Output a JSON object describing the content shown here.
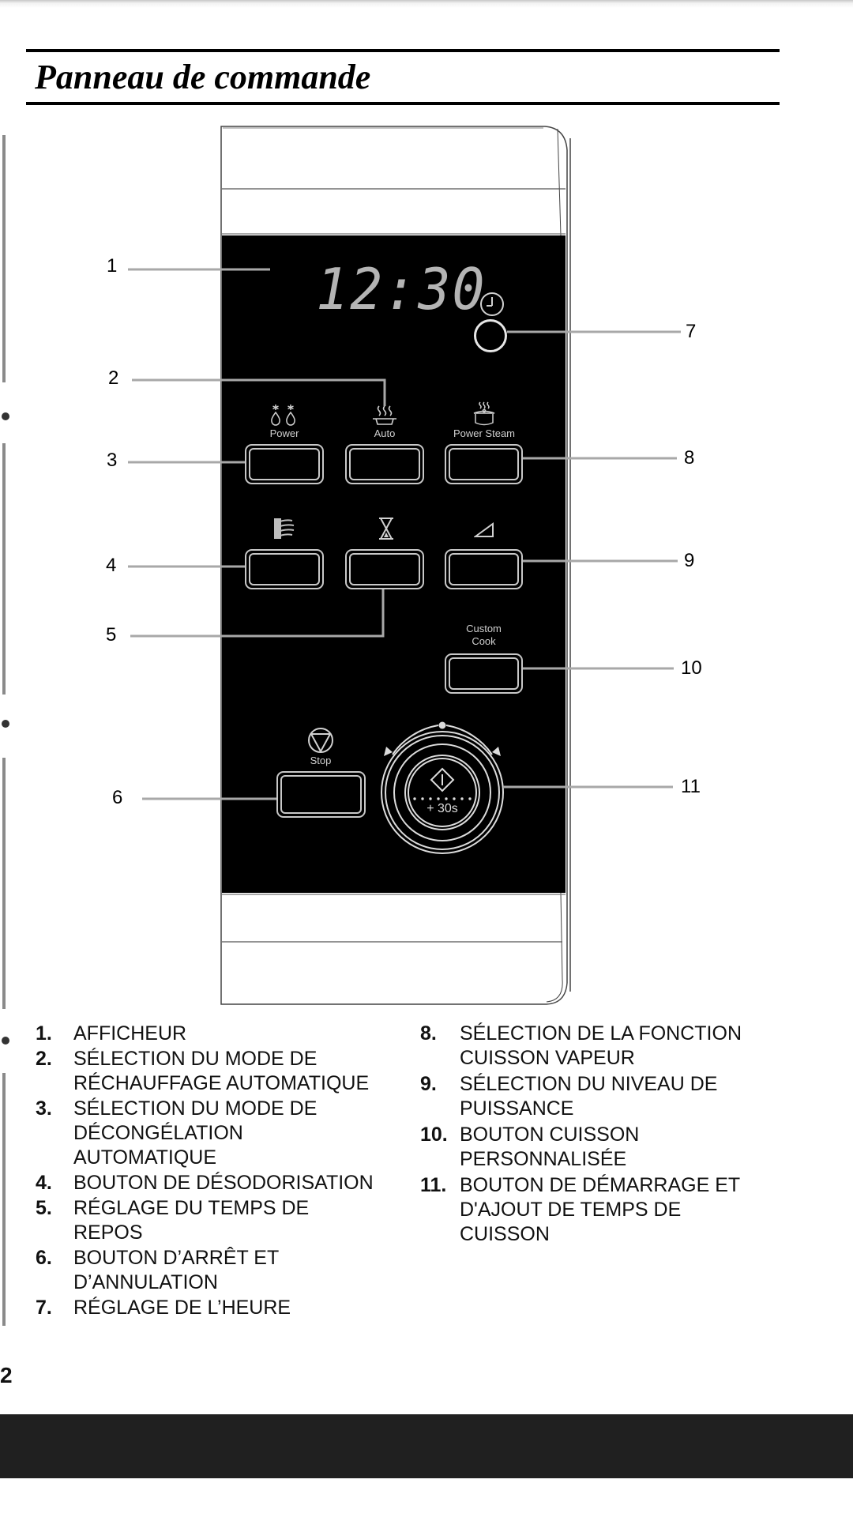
{
  "page": {
    "title": "Panneau de commande",
    "page_number": "2"
  },
  "panel": {
    "display_time": "12:30",
    "keys": {
      "power": {
        "label": "Power",
        "icon": "defrost-drops-icon"
      },
      "auto": {
        "label": "Auto",
        "icon": "reheat-dish-icon"
      },
      "power_steam": {
        "label": "Power Steam",
        "icon": "steam-pot-icon"
      },
      "deodorize": {
        "icon": "deodorize-icon"
      },
      "standing_time": {
        "icon": "hourglass-icon"
      },
      "power_level": {
        "icon": "power-level-triangle-icon"
      },
      "custom_cook": {
        "label_line1": "Custom",
        "label_line2": "Cook"
      },
      "stop": {
        "label": "Stop",
        "icon": "stop-icon"
      },
      "clock": {
        "icon": "clock-icon"
      },
      "start_dial": {
        "label": "+ 30s",
        "icon": "start-diamond-icon"
      }
    },
    "colors": {
      "panel_black": "#000000",
      "key_outline": "#c8c8c8",
      "callout_line": "#a0a0a0",
      "display_digits": "#b4b4b4"
    }
  },
  "callouts": [
    "1",
    "2",
    "3",
    "4",
    "5",
    "6",
    "7",
    "8",
    "9",
    "10",
    "11"
  ],
  "legend": {
    "left": [
      {
        "num": "1.",
        "lines": [
          "AFFICHEUR"
        ]
      },
      {
        "num": "2.",
        "lines": [
          "SÉLECTION DU MODE DE",
          "RÉCHAUFFAGE  AUTOMATIQUE"
        ]
      },
      {
        "num": "3.",
        "lines": [
          "SÉLECTION DU MODE DE",
          "DÉCONGÉLATION",
          "AUTOMATIQUE"
        ]
      },
      {
        "num": "4.",
        "lines": [
          "BOUTON DE DÉSODORISATION"
        ]
      },
      {
        "num": "5.",
        "lines": [
          "RÉGLAGE DU TEMPS DE",
          "REPOS"
        ]
      },
      {
        "num": "6.",
        "lines": [
          "BOUTON D’ARRÊT ET",
          "D’ANNULATION"
        ]
      },
      {
        "num": "7.",
        "lines": [
          "RÉGLAGE DE L’HEURE"
        ]
      }
    ],
    "right": [
      {
        "num": "8.",
        "lines": [
          "SÉLECTION DE LA FONCTION",
          "CUISSON VAPEUR"
        ]
      },
      {
        "num": "9.",
        "lines": [
          "SÉLECTION DU NIVEAU DE",
          "PUISSANCE"
        ]
      },
      {
        "num": "10.",
        "lines": [
          "BOUTON CUISSON",
          "PERSONNALISÉE"
        ]
      },
      {
        "num": "11.",
        "lines": [
          "BOUTON DE DÉMARRAGE ET",
          "D'AJOUT DE TEMPS DE",
          "CUISSON"
        ]
      }
    ]
  }
}
